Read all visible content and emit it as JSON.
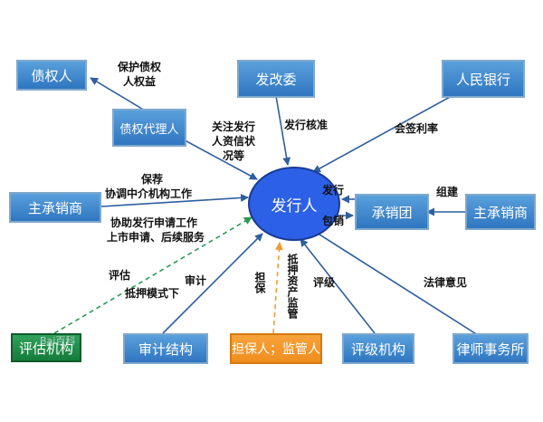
{
  "nodes": {
    "center": "发行人",
    "creditor": "债权人",
    "ndrc": "发改委",
    "pboc": "人民银行",
    "trustee": "债权代理人",
    "lead_left": "主承销商",
    "syndicate": "承销团",
    "lead_right": "主承销商",
    "appraiser": "评估机构",
    "audit": "审计结构",
    "guarantor": "担保人；监管人",
    "rating": "评级机构",
    "law": "律师事务所"
  },
  "edges": {
    "protect_1": "保护债权",
    "protect_2": "人权益",
    "focus_1": "关注发行",
    "focus_2": "人资信状",
    "focus_3": "况等",
    "approve": "发行核准",
    "rate": "会签利率",
    "recommend_1": "保荐",
    "recommend_2": "协调中介机构工作",
    "assist_1": "协助发行申请工作",
    "assist_2": "上市申请、后续服务",
    "issue": "发行",
    "underwrite": "包销",
    "organize": "组建",
    "evaluate": "评估",
    "collateral_mode": "抵押模式下",
    "audit_edge": "审计",
    "guarantee": "担保",
    "collateral_sup": "抵押资产监管",
    "rating_edge": "评级",
    "legal": "法律意见"
  },
  "watermark": "Bai百科",
  "colors": {
    "box": "#3b83cc",
    "center": "#2c60e6",
    "green": "#1f8c4a",
    "orange": "#f59a2e",
    "arrow": "#2f5f9e",
    "dashed_green": "#2e9a55",
    "dashed_orange": "#f59a2e"
  }
}
